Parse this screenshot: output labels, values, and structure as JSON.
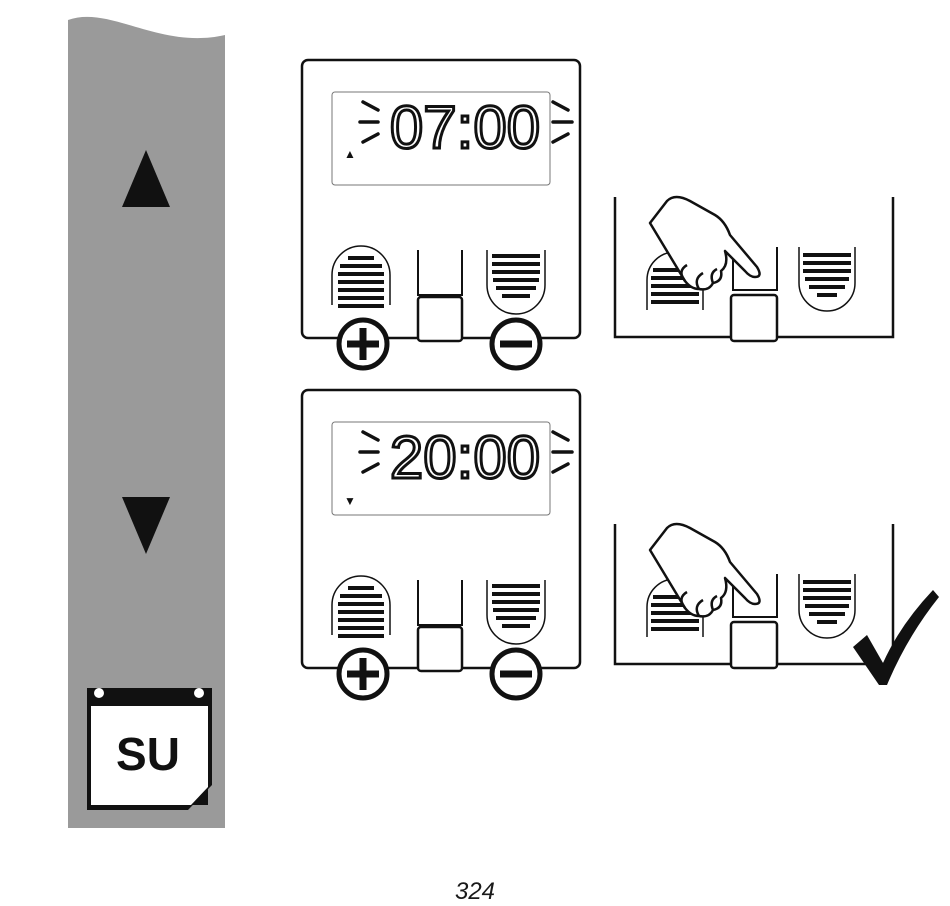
{
  "sidebar": {
    "up_arrow_icon": "up-triangle-icon",
    "down_arrow_icon": "down-triangle-icon",
    "day_label": "SU",
    "color": "#9a9a9a"
  },
  "steps": [
    {
      "time": "07:00",
      "indicator": "▲"
    },
    {
      "time": "20:00",
      "indicator": "▼"
    }
  ],
  "buttons": {
    "plus_icon": "plus-icon",
    "minus_icon": "minus-icon"
  },
  "confirm_icon": "checkmark-icon",
  "page_number": "324"
}
